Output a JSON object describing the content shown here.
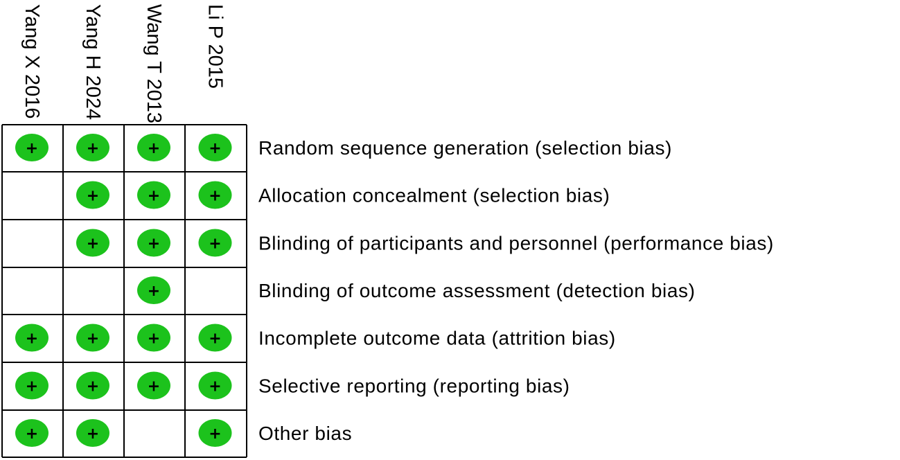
{
  "chart_data": {
    "type": "table",
    "studies": [
      "Yang X 2016",
      "Yang H 2024",
      "Wang T 2013",
      "Li P 2015"
    ],
    "domains": [
      "Random sequence generation (selection bias)",
      "Allocation concealment (selection bias)",
      "Blinding of participants and personnel (performance bias)",
      "Blinding of outcome assessment (detection bias)",
      "Incomplete outcome data (attrition bias)",
      "Selective reporting (reporting bias)",
      "Other bias"
    ],
    "judgements": [
      [
        "low",
        "low",
        "low",
        "low"
      ],
      [
        "",
        "low",
        "low",
        "low"
      ],
      [
        "",
        "low",
        "low",
        "low"
      ],
      [
        "",
        "",
        "low",
        ""
      ],
      [
        "low",
        "low",
        "low",
        "low"
      ],
      [
        "low",
        "low",
        "low",
        "low"
      ],
      [
        "low",
        "low",
        "",
        "low"
      ]
    ],
    "symbols": {
      "low": {
        "glyph": "+",
        "color": "#1cc21c"
      }
    }
  }
}
